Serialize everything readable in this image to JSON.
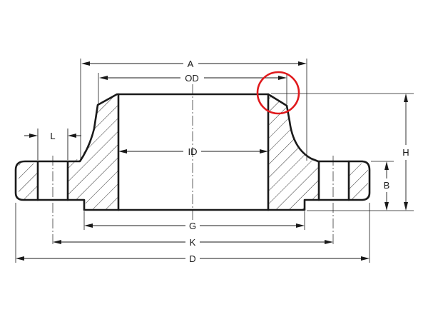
{
  "diagram": {
    "labels": {
      "a": "A",
      "od": "OD",
      "l": "L",
      "id": "ID",
      "h": "H",
      "b": "B",
      "g": "G",
      "k": "K",
      "d": "D"
    },
    "colors": {
      "line": "#1a1a1a",
      "highlight": "#e0191c",
      "background": "#ffffff"
    }
  }
}
